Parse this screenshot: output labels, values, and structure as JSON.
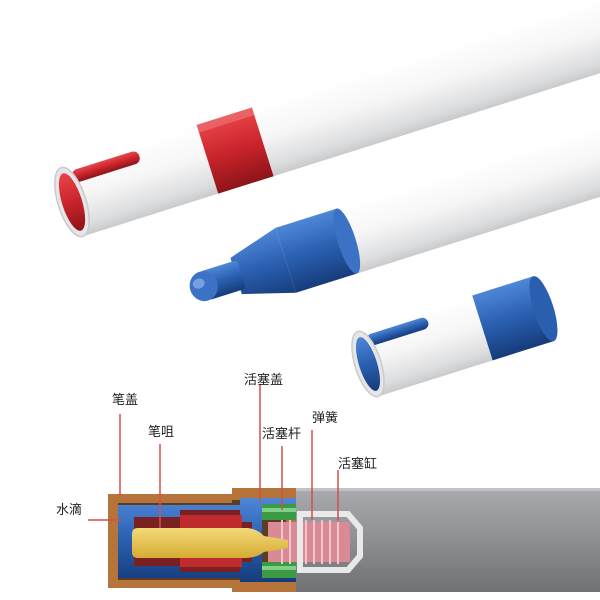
{
  "labels": {
    "cap": "笔盖",
    "tip": "笔咀",
    "water": "水滴",
    "piston_cap": "活塞盖",
    "piston_rod": "活塞杆",
    "spring": "弹簧",
    "piston_cylinder": "活塞缸"
  },
  "colors": {
    "red_accent": "#c9242b",
    "blue_accent": "#2a5fb0",
    "tip_yellow": "#e6c24a",
    "body_gray": "#8d8f92",
    "barrel_white": "#f2f3f4",
    "leader_red": "#d0504a"
  }
}
